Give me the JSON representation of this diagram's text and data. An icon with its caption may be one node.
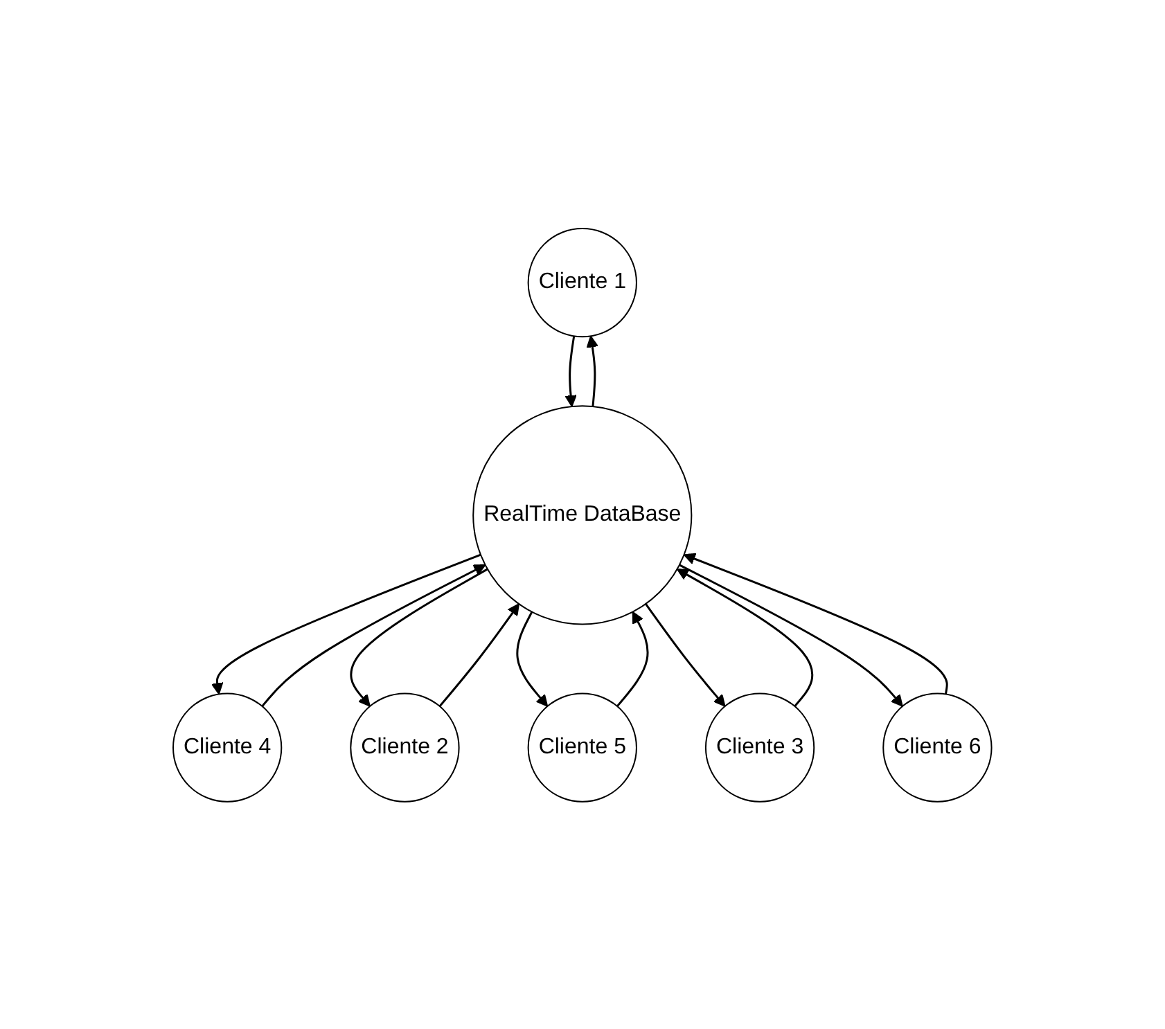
{
  "diagram": {
    "nodes": [
      {
        "text": [
          "Cliente 1"
        ]
      },
      {
        "text": [
          "Cliente 4"
        ]
      },
      {
        "text": [
          "Cliente 2"
        ]
      },
      {
        "text": [
          "RealTime DataBase"
        ]
      },
      {
        "text": [
          "Cliente 5"
        ]
      },
      {
        "text": [
          "Cliente 3"
        ]
      },
      {
        "text": [
          "Cliente 6"
        ]
      }
    ],
    "edges": [
      {
        "from": 0,
        "to": 3,
        "arrow": "to"
      },
      {
        "from": 3,
        "to": 0,
        "arrow": "to"
      },
      {
        "from": 1,
        "to": 3,
        "arrow": "to"
      },
      {
        "from": 3,
        "to": 1,
        "arrow": "to"
      },
      {
        "from": 3,
        "to": 2,
        "arrow": "to"
      },
      {
        "from": 2,
        "to": 3,
        "arrow": "to"
      },
      {
        "from": 4,
        "to": 3,
        "arrow": "to"
      },
      {
        "from": 3,
        "to": 4,
        "arrow": "to"
      },
      {
        "from": 5,
        "to": 3,
        "arrow": "to"
      },
      {
        "from": 3,
        "to": 5,
        "arrow": "to"
      },
      {
        "from": 6,
        "to": 3,
        "arrow": "to"
      },
      {
        "from": 3,
        "to": 6,
        "arrow": "to"
      }
    ]
  }
}
